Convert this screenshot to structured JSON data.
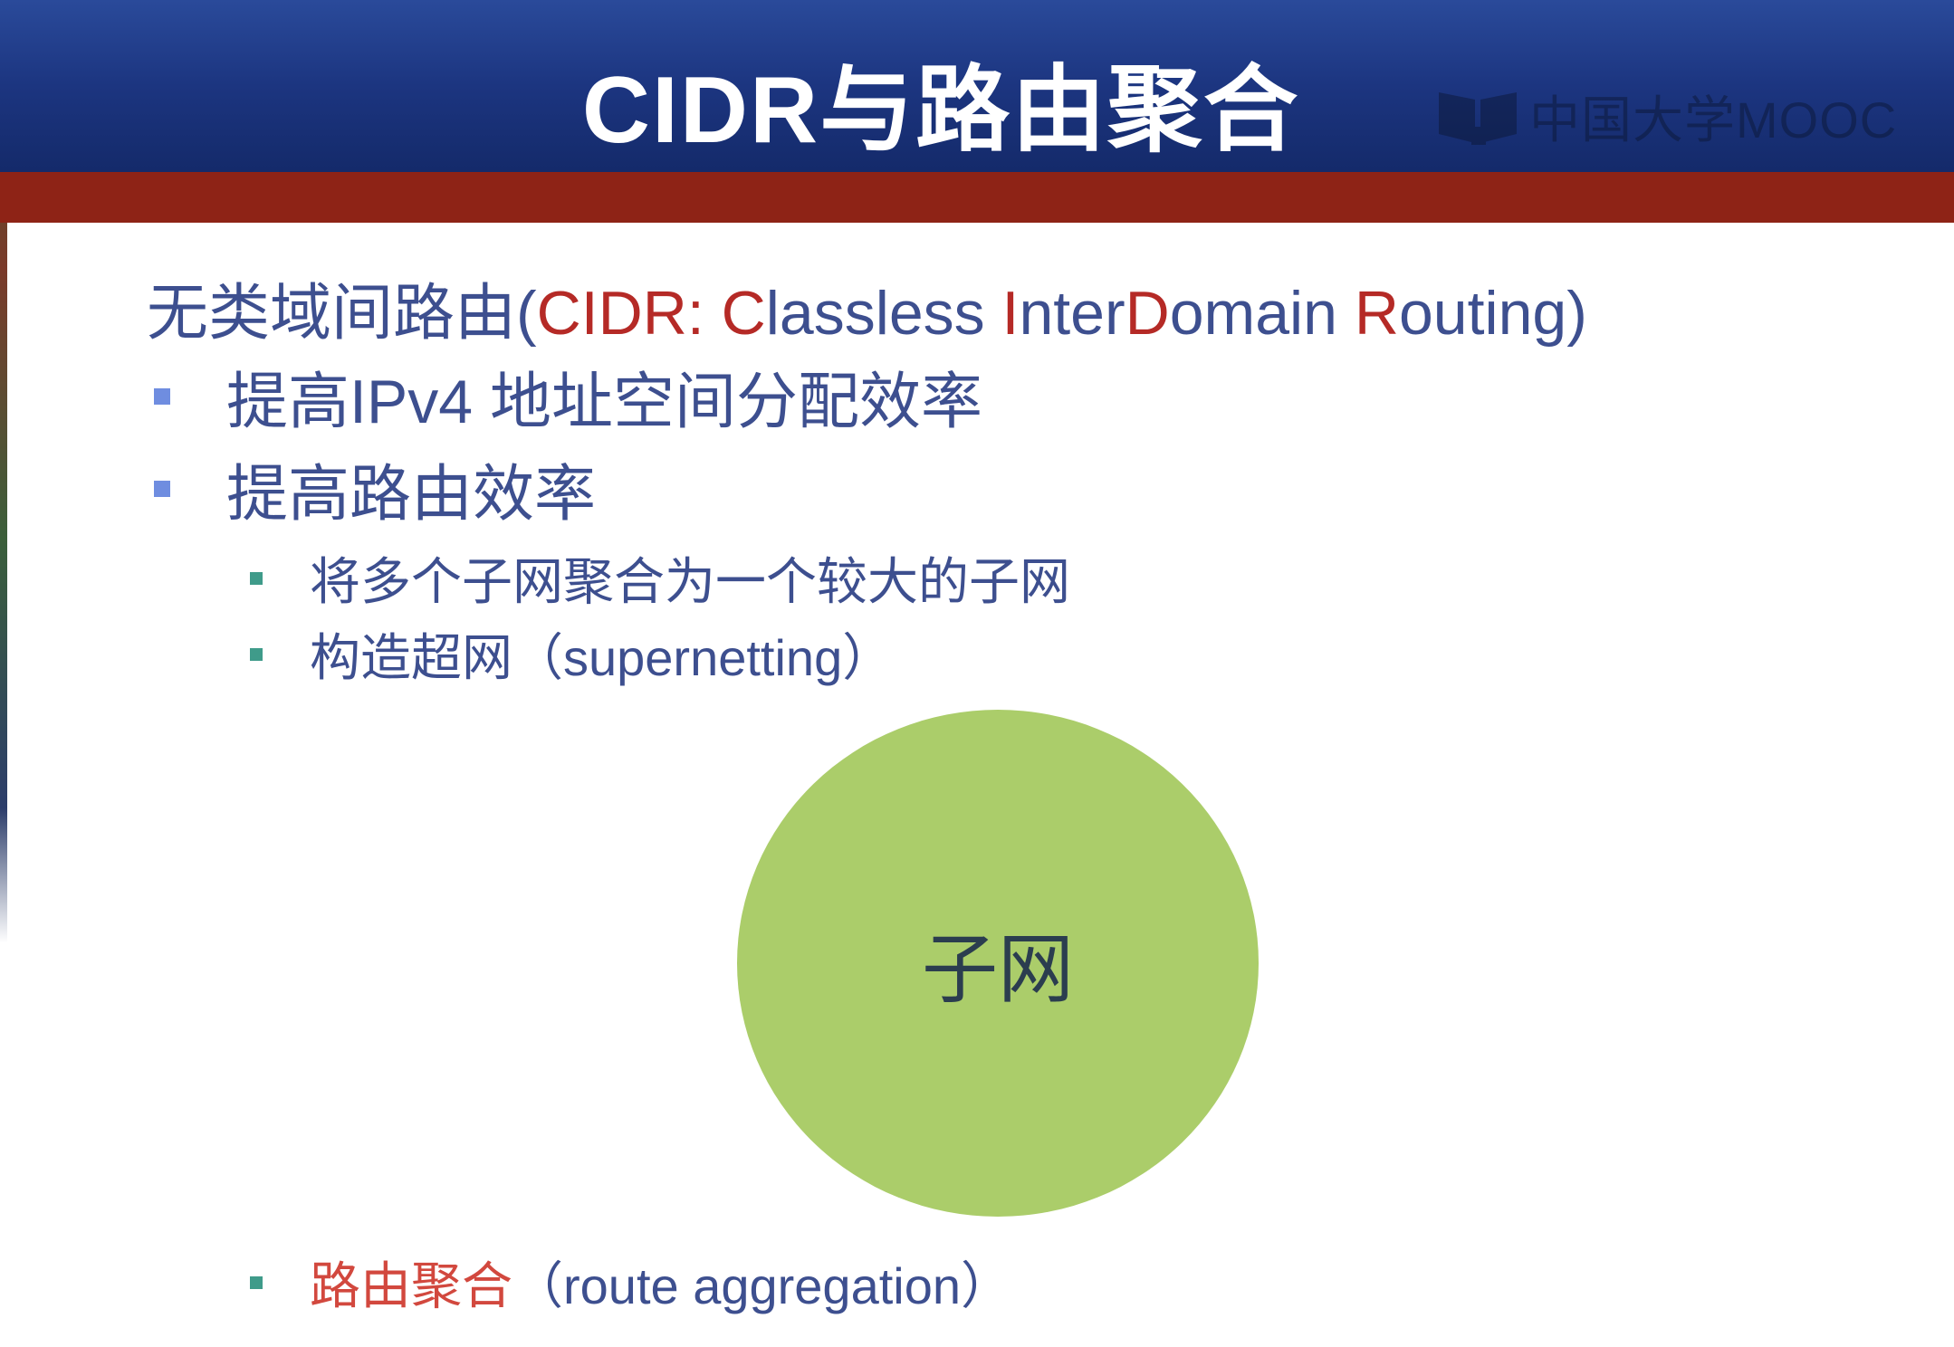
{
  "header": {
    "title": "CIDR与路由聚合",
    "logo_text": "中国大学MOOC"
  },
  "content": {
    "lead": {
      "prefix": "无类域间路由(",
      "c": "C",
      "idr": "IDR: ",
      "c2": "C",
      "lassless": "lassless ",
      "i": "I",
      "nter": "nter",
      "d": "D",
      "omain": "omain ",
      "r": "R",
      "outing": "outing)"
    },
    "bullets": [
      {
        "text": "提高IPv4 地址空间分配效率"
      },
      {
        "text": "提高路由效率"
      }
    ],
    "sub_bullets": [
      {
        "text": "将多个子网聚合为一个较大的子网"
      },
      {
        "text": "构造超网（supernetting）"
      }
    ],
    "circle_label": "子网",
    "final_bullet": {
      "red_part": "路由聚合",
      "rest": "（route aggregation）"
    },
    "colors": {
      "header_blue": "#1c3580",
      "header_red": "#8e2316",
      "text_blue": "#3d4f8f",
      "accent_red": "#b52a26",
      "circle_green": "#abcd6a"
    }
  }
}
